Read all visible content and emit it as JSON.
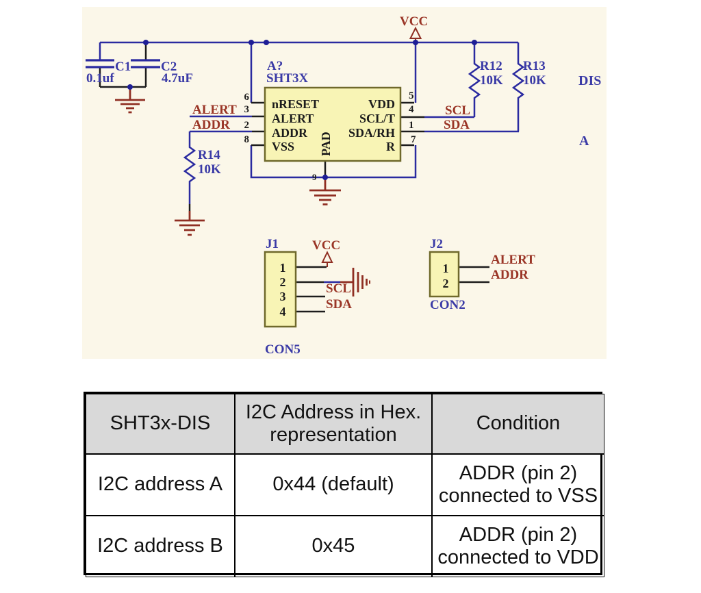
{
  "colors": {
    "schematic_bg": "#fbf7e9",
    "wire_blue": "#2a2aa0",
    "symbol_red": "#8f2e22",
    "label_blue": "#3a3aa6",
    "net_label_red": "#9a3526",
    "component_fill": "#f8f4b5",
    "component_border": "#6f692b",
    "table_header_bg": "#d9d9d9"
  },
  "schematic": {
    "vcc": "VCC",
    "c1": {
      "ref": "C1",
      "value": "0.1uf"
    },
    "c2": {
      "ref": "C2",
      "value": "4.7uF"
    },
    "ic": {
      "designator": "A?",
      "part": "SHT3X",
      "left_pins": [
        {
          "num": "6",
          "name": "nRESET"
        },
        {
          "num": "3",
          "name": "ALERT"
        },
        {
          "num": "2",
          "name": "ADDR"
        },
        {
          "num": "8",
          "name": "VSS"
        }
      ],
      "right_pins": [
        {
          "num": "5",
          "name": "VDD"
        },
        {
          "num": "4",
          "name": "SCL/T"
        },
        {
          "num": "1",
          "name": "SDA/RH"
        },
        {
          "num": "7",
          "name": "R"
        }
      ],
      "pad_name": "PAD",
      "pad_num": "9"
    },
    "r12": {
      "ref": "R12",
      "value": "10K"
    },
    "r13": {
      "ref": "R13",
      "value": "10K"
    },
    "r14": {
      "ref": "R14",
      "value": "10K"
    },
    "nets": {
      "alert": "ALERT",
      "addr": "ADDR",
      "scl": "SCL",
      "sda": "SDA"
    },
    "side_labels": {
      "dis": "DIS",
      "a": "A"
    },
    "j1": {
      "ref": "J1",
      "type": "CON5",
      "pins": [
        "1",
        "2",
        "3",
        "4"
      ],
      "vcc": "VCC",
      "scl": "SCL",
      "sda": "SDA"
    },
    "j2": {
      "ref": "J2",
      "type": "CON2",
      "pins": [
        "1",
        "2"
      ],
      "alert": "ALERT",
      "addr": "ADDR"
    }
  },
  "table": {
    "headers": [
      "SHT3x-DIS",
      "I2C Address in Hex. representation",
      "Condition"
    ],
    "rows": [
      {
        "variant": "I2C address A",
        "address": "0x44 (default)",
        "condition": "ADDR (pin 2) connected to VSS"
      },
      {
        "variant": "I2C address B",
        "address": "0x45",
        "condition": "ADDR (pin 2) connected to VDD"
      }
    ]
  }
}
